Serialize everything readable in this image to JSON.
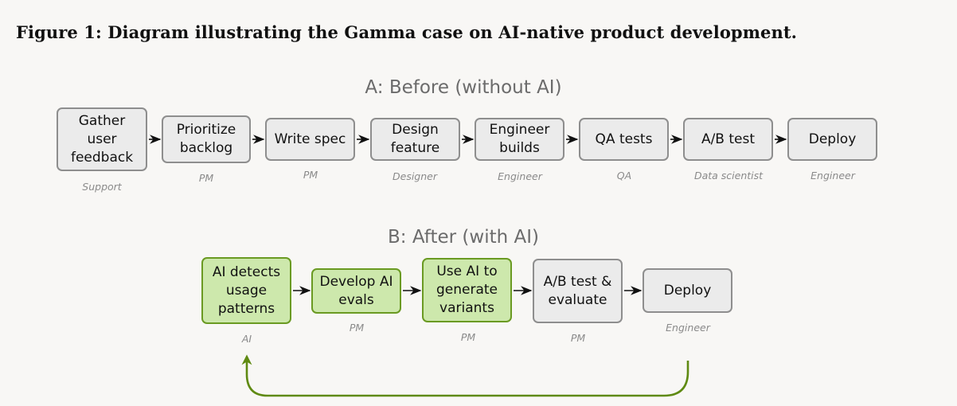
{
  "caption": "Figure 1: Diagram illustrating the Gamma case on AI-native product development.",
  "before": {
    "title": "A: Before (without AI)",
    "steps": [
      {
        "label": "Gather user feedback",
        "role": "Support"
      },
      {
        "label": "Prioritize backlog",
        "role": "PM"
      },
      {
        "label": "Write spec",
        "role": "PM"
      },
      {
        "label": "Design feature",
        "role": "Designer"
      },
      {
        "label": "Engineer builds",
        "role": "Engineer"
      },
      {
        "label": "QA tests",
        "role": "QA"
      },
      {
        "label": "A/B test",
        "role": "Data scientist"
      },
      {
        "label": "Deploy",
        "role": "Engineer"
      }
    ]
  },
  "after": {
    "title": "B: After (with AI)",
    "steps": [
      {
        "label": "AI detects usage patterns",
        "role": "AI",
        "ai": true
      },
      {
        "label": "Develop AI evals",
        "role": "PM",
        "ai": true
      },
      {
        "label": "Use AI to generate variants",
        "role": "PM",
        "ai": true
      },
      {
        "label": "A/B test & evaluate",
        "role": "PM",
        "ai": false
      },
      {
        "label": "Deploy",
        "role": "Engineer",
        "ai": false
      }
    ],
    "feedback_loop": {
      "from": "Deploy",
      "to": "AI detects usage patterns"
    }
  },
  "colors": {
    "ai_fill": "#cde8ac",
    "ai_border": "#6a9a22",
    "default_fill": "#ebebeb",
    "default_border": "#8e8e8e",
    "loop_arrow": "#5f8a12"
  }
}
